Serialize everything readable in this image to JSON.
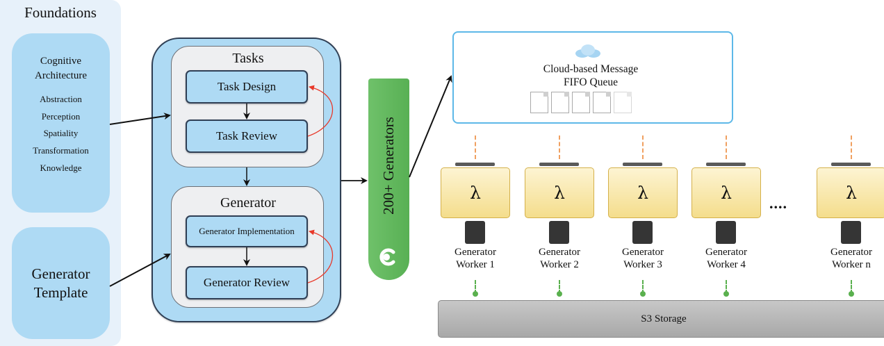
{
  "foundations": {
    "title": "Foundations",
    "cognitive_architecture": {
      "title_line1": "Cognitive",
      "title_line2": "Architecture",
      "items": [
        "Abstraction",
        "Perception",
        "Spatiality",
        "Transformation",
        "Knowledge"
      ]
    },
    "generator_template": {
      "line1": "Generator",
      "line2": "Template"
    }
  },
  "process": {
    "tasks": {
      "title": "Tasks",
      "steps": [
        "Task Design",
        "Task Review"
      ]
    },
    "generator": {
      "title": "Generator",
      "steps": [
        "Generator Implementation",
        "Generator Review"
      ]
    }
  },
  "generators_bar": {
    "label": "200+ Generators",
    "icon": "refresh-cycle-icon",
    "color": "#5fb85a"
  },
  "queue": {
    "icon": "cloud-icon",
    "line1": "Cloud-based Message",
    "line2": "FIFO Queue",
    "message_count": 5,
    "border_color": "#5db8e8"
  },
  "workers": [
    {
      "symbol": "λ",
      "line1": "Generator",
      "line2": "Worker 1"
    },
    {
      "symbol": "λ",
      "line1": "Generator",
      "line2": "Worker 2"
    },
    {
      "symbol": "λ",
      "line1": "Generator",
      "line2": "Worker 3"
    },
    {
      "symbol": "λ",
      "line1": "Generator",
      "line2": "Worker 4"
    },
    {
      "symbol": "λ",
      "line1": "Generator",
      "line2": "Worker n"
    }
  ],
  "ellipsis": "....",
  "storage": {
    "label": "S3 Storage"
  },
  "colors": {
    "panel_blue": "#aedaf4",
    "dark_border": "#2f3f55",
    "feedback_arrow": "#e8392a",
    "worker_yellow": "#f4dd8c",
    "queue_link": "#f0a060",
    "storage_link": "#5ab04e"
  }
}
